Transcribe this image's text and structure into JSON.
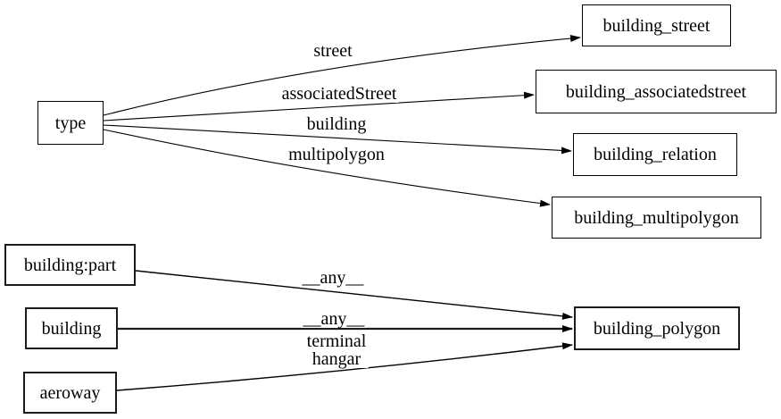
{
  "diagram": {
    "type": "directed-graph",
    "background": "#ffffff",
    "node_fill": "#ffffff",
    "node_border_color": "#000000",
    "edge_color": "#000000",
    "text_color": "#000000"
  },
  "nodes": [
    {
      "id": "type",
      "label": "type"
    },
    {
      "id": "building_street",
      "label": "building_street"
    },
    {
      "id": "building_associatedstreet",
      "label": "building_associatedstreet"
    },
    {
      "id": "building_relation",
      "label": "building_relation"
    },
    {
      "id": "building_multipolygon",
      "label": "building_multipolygon"
    },
    {
      "id": "building:part",
      "label": "building:part"
    },
    {
      "id": "building",
      "label": "building"
    },
    {
      "id": "aeroway",
      "label": "aeroway"
    },
    {
      "id": "building_polygon",
      "label": "building_polygon"
    }
  ],
  "edges": [
    {
      "from": "type",
      "to": "building_street",
      "label": "street"
    },
    {
      "from": "type",
      "to": "building_associatedstreet",
      "label": "associatedStreet"
    },
    {
      "from": "type",
      "to": "building_relation",
      "label": "building"
    },
    {
      "from": "type",
      "to": "building_multipolygon",
      "label": "multipolygon"
    },
    {
      "from": "building:part",
      "to": "building_polygon",
      "label": "__any__"
    },
    {
      "from": "building",
      "to": "building_polygon",
      "label": "__any__"
    },
    {
      "from": "aeroway",
      "to": "building_polygon",
      "label": "terminal\nhangar"
    }
  ]
}
